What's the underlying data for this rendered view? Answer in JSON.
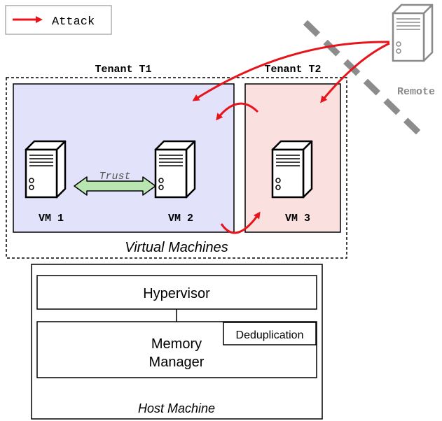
{
  "legend": {
    "attack_label": "Attack"
  },
  "tenants": {
    "t1_label": "Tenant T1",
    "t2_label": "Tenant T2"
  },
  "vms": [
    {
      "label": "VM 1"
    },
    {
      "label": "VM 2"
    },
    {
      "label": "VM 3"
    }
  ],
  "trust_label": "Trust",
  "remote_label": "Remote",
  "virtual_machines_label": "Virtual Machines",
  "host": {
    "hypervisor_label": "Hypervisor",
    "memory_manager_line1": "Memory",
    "memory_manager_line2": "Manager",
    "deduplication_label": "Deduplication",
    "host_machine_label": "Host Machine"
  },
  "colors": {
    "attack": "#e8141b",
    "tenant1_fill": "#e2e2fa",
    "tenant2_fill": "#fbe0e0",
    "trust_fill": "#b9e6b0",
    "server_dark": "#000000",
    "server_remote": "#8a8a8a",
    "barrier": "#8c8c8c"
  },
  "icons": [
    "server-icon",
    "attack-arrow-icon"
  ]
}
